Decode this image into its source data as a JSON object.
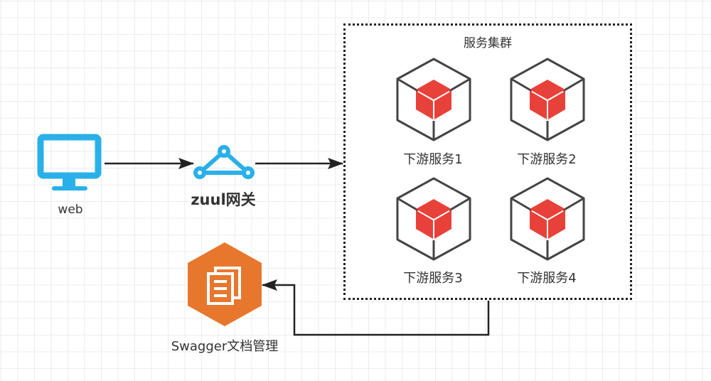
{
  "diagram": {
    "nodes": {
      "web": {
        "label": "web",
        "icon": "monitor-icon",
        "color": "#2ab0e8"
      },
      "gateway": {
        "label": "zuul网关",
        "icon": "gateway-triangle-icon",
        "color": "#2ab0e8"
      },
      "swagger": {
        "label": "Swagger文档管理",
        "icon": "document-stack-icon",
        "color": "#e8772e"
      }
    },
    "cluster": {
      "title": "服务集群",
      "services": [
        {
          "label": "下游服务1",
          "icon": "cube-icon"
        },
        {
          "label": "下游服务2",
          "icon": "cube-icon"
        },
        {
          "label": "下游服务3",
          "icon": "cube-icon"
        },
        {
          "label": "下游服务4",
          "icon": "cube-icon"
        }
      ],
      "cube_color": "#e8413a",
      "cube_outline_color": "#444444"
    },
    "edges": [
      {
        "from": "web",
        "to": "gateway"
      },
      {
        "from": "gateway",
        "to": "cluster"
      },
      {
        "from": "cluster",
        "to": "swagger"
      }
    ]
  }
}
